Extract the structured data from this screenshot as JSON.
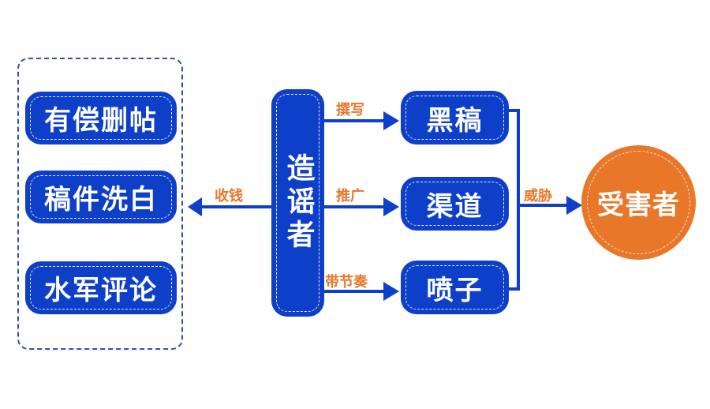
{
  "diagram": {
    "left_group": {
      "items": [
        {
          "label": "有偿删帖"
        },
        {
          "label": "稿件洗白"
        },
        {
          "label": "水军评论"
        }
      ]
    },
    "center": {
      "label": "造谣者"
    },
    "edges": {
      "to_left": "收钱",
      "to_item_1": "撰写",
      "to_item_2": "推广",
      "to_item_3": "带节奏",
      "to_victim": "威胁"
    },
    "middle_group": {
      "items": [
        {
          "label": "黑稿"
        },
        {
          "label": "渠道"
        },
        {
          "label": "喷子"
        }
      ]
    },
    "victim": {
      "label": "受害者"
    },
    "colors": {
      "primary_blue": "#0d3fc8",
      "accent_orange": "#e8772a",
      "dashed_border": "#2f4fa8"
    }
  }
}
